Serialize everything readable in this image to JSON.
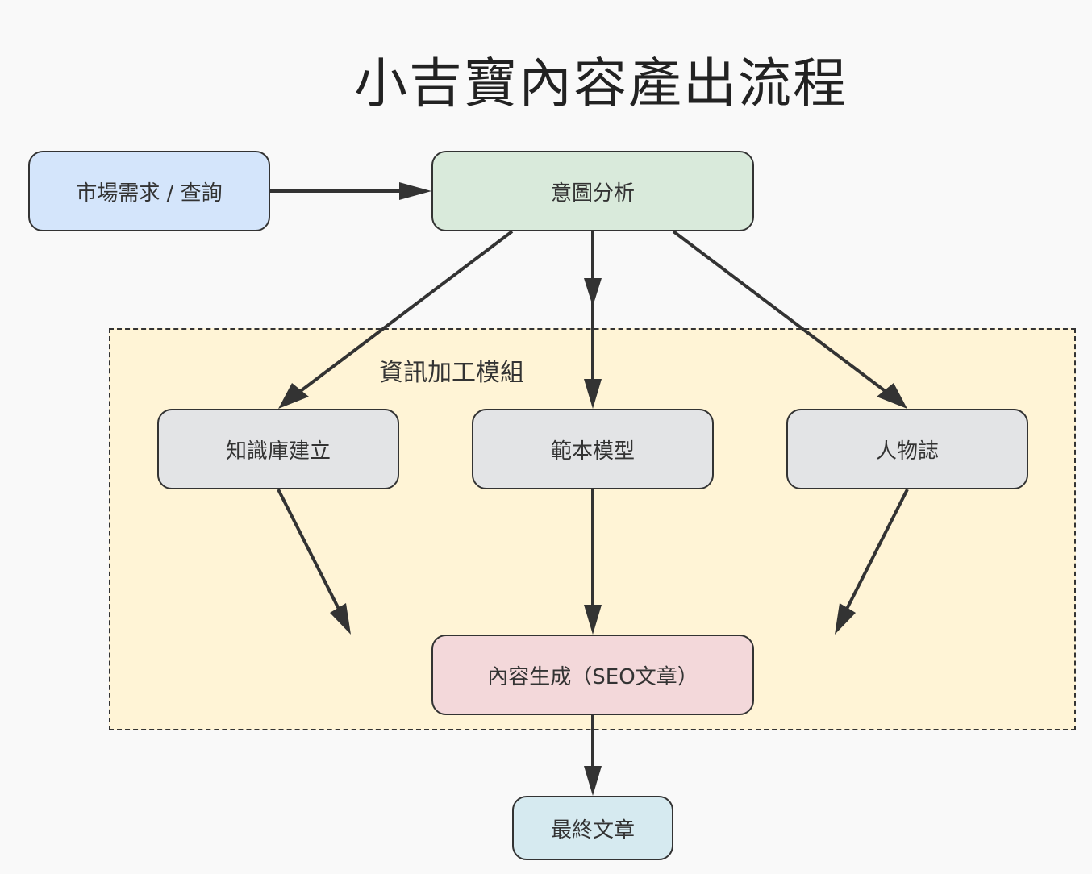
{
  "title": "小吉寶內容產出流程",
  "group": {
    "label": "資訊加工模組",
    "fill": "#fff4d6"
  },
  "nodes": {
    "market": {
      "label": "市場需求 / 查詢",
      "fill": "#d4e5fb"
    },
    "intent": {
      "label": "意圖分析",
      "fill": "#d9eadb"
    },
    "knowledge": {
      "label": "知識庫建立",
      "fill": "#e3e4e6"
    },
    "template": {
      "label": "範本模型",
      "fill": "#e3e4e6"
    },
    "persona": {
      "label": "人物誌",
      "fill": "#e3e4e6"
    },
    "generate": {
      "label": "內容生成（SEO文章）",
      "fill": "#f3d8da"
    },
    "final": {
      "label": "最終文章",
      "fill": "#d6eaf0"
    }
  },
  "edges": [
    {
      "from": "market",
      "to": "intent"
    },
    {
      "from": "intent",
      "to": "knowledge"
    },
    {
      "from": "intent",
      "to": "template"
    },
    {
      "from": "intent",
      "to": "persona"
    },
    {
      "from": "knowledge",
      "to": "generate"
    },
    {
      "from": "template",
      "to": "generate"
    },
    {
      "from": "persona",
      "to": "generate"
    },
    {
      "from": "generate",
      "to": "final"
    }
  ],
  "colors": {
    "stroke": "#333333",
    "background": "#f9f9f9"
  }
}
